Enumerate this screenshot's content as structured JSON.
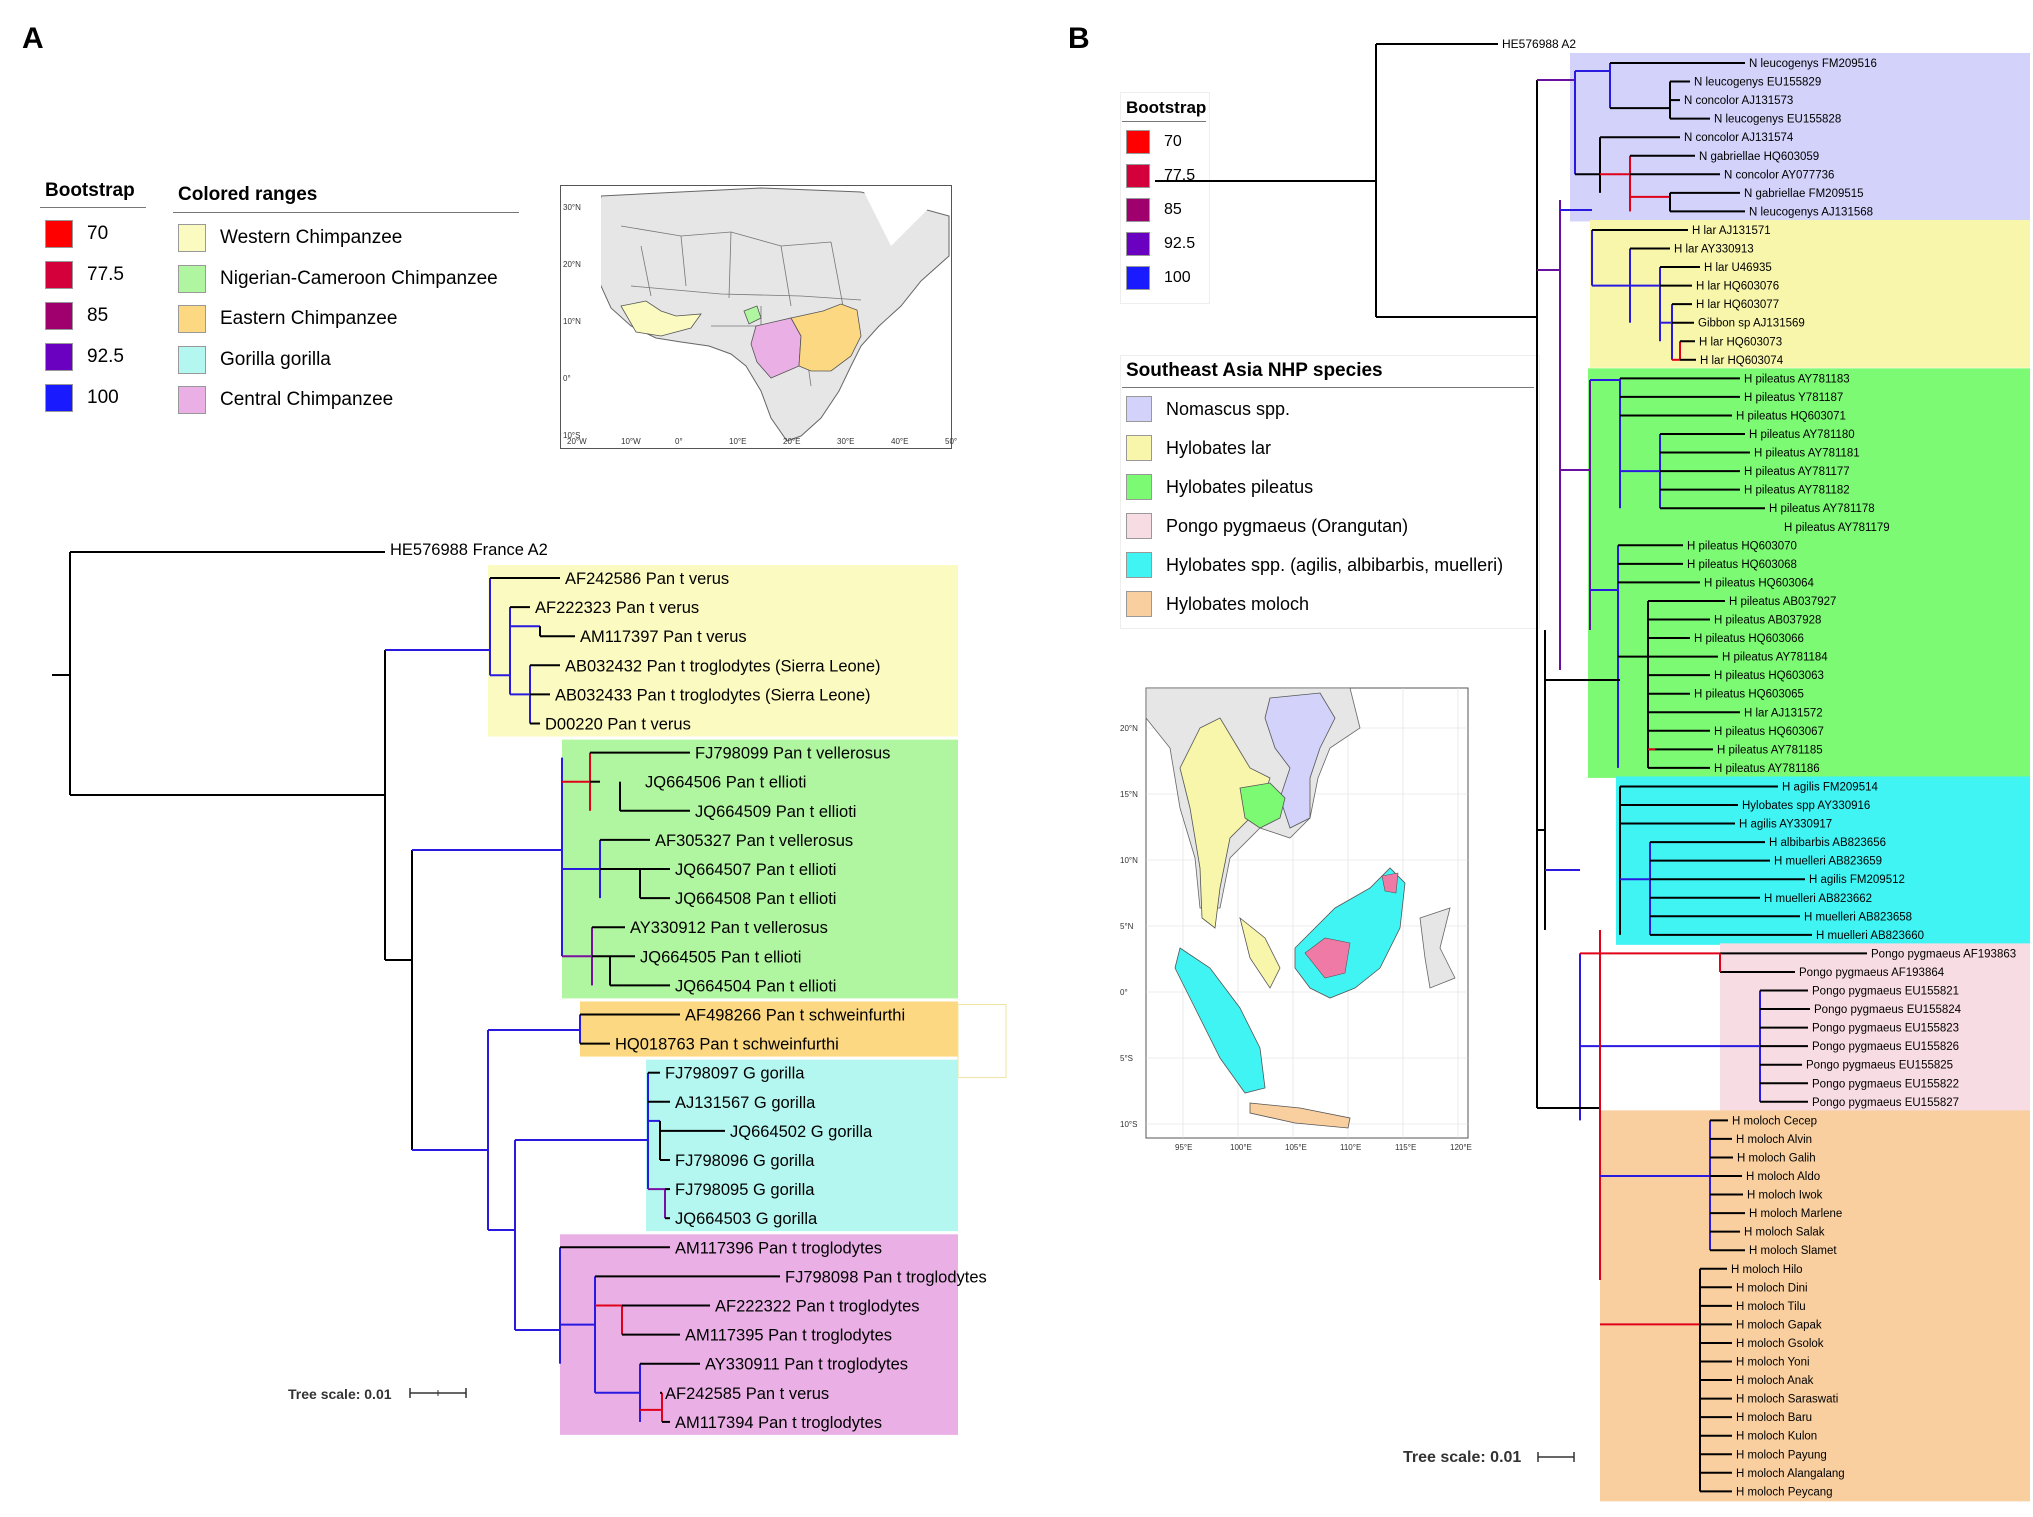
{
  "panelA": {
    "letter": "A",
    "bootstrap": {
      "title": "Bootstrap",
      "items": [
        {
          "label": "70",
          "color": "#ff0000"
        },
        {
          "label": "77.5",
          "color": "#d4003c"
        },
        {
          "label": "85",
          "color": "#a0006e"
        },
        {
          "label": "92.5",
          "color": "#6a00c0"
        },
        {
          "label": "100",
          "color": "#1a1aff"
        }
      ]
    },
    "ranges": {
      "title": "Colored ranges",
      "items": [
        {
          "label": "Western Chimpanzee",
          "color": "#fbfac0"
        },
        {
          "label": "Nigerian-Cameroon Chimpanzee",
          "color": "#b0f5a0"
        },
        {
          "label": "Eastern Chimpanzee",
          "color": "#fcd882"
        },
        {
          "label": "Gorilla gorilla",
          "color": "#b4f7f0"
        },
        {
          "label": "Central Chimpanzee",
          "color": "#eab0e6"
        }
      ]
    },
    "map": {
      "lat_ticks": [
        "30°N",
        "20°N",
        "10°N",
        "0°",
        "10°S"
      ],
      "lon_ticks": [
        "20°W",
        "10°W",
        "0°",
        "10°E",
        "20°E",
        "30°E",
        "40°E",
        "50°"
      ]
    },
    "tree": {
      "root": "HE576988 France A2",
      "leaves": [
        "AF242586 Pan t verus",
        "AF222323 Pan t verus",
        "AM117397 Pan t verus",
        "AB032432 Pan t troglodytes (Sierra Leone)",
        "AB032433 Pan t troglodytes (Sierra Leone)",
        "D00220 Pan t verus",
        "FJ798099 Pan t vellerosus",
        "JQ664506 Pan t ellioti",
        "JQ664509 Pan t ellioti",
        "AF305327 Pan t vellerosus",
        "JQ664507 Pan t ellioti",
        "JQ664508 Pan t ellioti",
        "AY330912 Pan t vellerosus",
        "JQ664505 Pan t ellioti",
        "JQ664504 Pan t ellioti",
        "AF498266 Pan t schweinfurthi",
        "HQ018763 Pan t schweinfurthi",
        "FJ798097 G gorilla",
        "AJ131567 G gorilla",
        "JQ664502 G gorilla",
        "FJ798096 G gorilla",
        "FJ798095 G gorilla",
        "JQ664503 G gorilla",
        "AM117396 Pan t troglodytes",
        "FJ798098 Pan t troglodytes",
        "AF222322 Pan t troglodytes",
        "AM117395 Pan t troglodytes",
        "AY330911 Pan t troglodytes",
        "AF242585 Pan t verus",
        "AM117394 Pan t troglodytes"
      ]
    },
    "scale_label": "Tree scale: 0.01"
  },
  "panelB": {
    "letter": "B",
    "bootstrap": {
      "title": "Bootstrap",
      "items": [
        {
          "label": "70",
          "color": "#ff0000"
        },
        {
          "label": "77.5",
          "color": "#d4003c"
        },
        {
          "label": "85",
          "color": "#a0006e"
        },
        {
          "label": "92.5",
          "color": "#6a00c0"
        },
        {
          "label": "100",
          "color": "#1a1aff"
        }
      ]
    },
    "species": {
      "title": "Southeast Asia NHP species",
      "items": [
        {
          "label": "Nomascus spp.",
          "color": "#d2d2fa"
        },
        {
          "label": "Hylobates lar",
          "color": "#f8f6aa"
        },
        {
          "label": "Hylobates pileatus",
          "color": "#7cfa74"
        },
        {
          "label": "Pongo pygmaeus (Orangutan)",
          "color": "#f8dce4"
        },
        {
          "label": "Hylobates spp. (agilis, albibarbis, muelleri)",
          "color": "#40f4f4"
        },
        {
          "label": "Hylobates moloch",
          "color": "#f9cfa0"
        }
      ]
    },
    "map": {
      "lat_ticks": [
        "20°N",
        "15°N",
        "10°N",
        "5°N",
        "0°",
        "5°S",
        "10°S"
      ],
      "lon_ticks": [
        "95°E",
        "100°E",
        "105°E",
        "110°E",
        "115°E",
        "120°E"
      ]
    },
    "tree": {
      "root": "HE576988 A2",
      "leaves": [
        "N leucogenys FM209516",
        "N leucogenys EU155829",
        "N concolor AJ131573",
        "N leucogenys EU155828",
        "N concolor AJ131574",
        "N gabriellae HQ603059",
        "N concolor AY077736",
        "N gabriellae FM209515",
        "N leucogenys AJ131568",
        "H lar AJ131571",
        "H lar AY330913",
        "H lar U46935",
        "H lar HQ603076",
        "H lar HQ603077",
        "Gibbon sp AJ131569",
        "H lar HQ603073",
        "H lar HQ603074",
        "H pileatus AY781183",
        "H pileatus Y781187",
        "H pileatus HQ603071",
        "H pileatus AY781180",
        "H pileatus AY781181",
        "H pileatus AY781177",
        "H pileatus AY781182",
        "H pileatus AY781178",
        "H pileatus AY781179",
        "H pileatus HQ603070",
        "H pileatus HQ603068",
        "H pileatus HQ603064",
        "H pileatus AB037927",
        "H pileatus AB037928",
        "H pileatus HQ603066",
        "H pileatus AY781184",
        "H pileatus HQ603063",
        "H pileatus HQ603065",
        "H lar AJ131572",
        "H pileatus HQ603067",
        "H pileatus AY781185",
        "H pileatus AY781186",
        "H agilis FM209514",
        "Hylobates spp AY330916",
        "H agilis AY330917",
        "H albibarbis AB823656",
        "H muelleri AB823659",
        "H agilis FM209512",
        "H muelleri AB823662",
        "H muelleri AB823658",
        "H muelleri AB823660",
        "Pongo pygmaeus AF193863",
        "Pongo pygmaeus AF193864",
        "Pongo pygmaeus EU155821",
        "Pongo pygmaeus EU155824",
        "Pongo pygmaeus EU155823",
        "Pongo pygmaeus EU155826",
        "Pongo pygmaeus EU155825",
        "Pongo pygmaeus EU155822",
        "Pongo pygmaeus EU155827",
        "H moloch Cecep",
        "H moloch Alvin",
        "H moloch Galih",
        "H moloch Aldo",
        "H moloch Iwok",
        "H moloch Marlene",
        "H moloch Salak",
        "H moloch Slamet",
        "H moloch Hilo",
        "H moloch Dini",
        "H moloch Tilu",
        "H moloch Gapak",
        "H moloch Gsolok",
        "H moloch Yoni",
        "H moloch Anak",
        "H moloch Saraswati",
        "H moloch Baru",
        "H moloch Kulon",
        "H moloch Payung",
        "H moloch Alangalang",
        "H moloch Peycang"
      ]
    },
    "scale_label": "Tree scale: 0.01"
  }
}
